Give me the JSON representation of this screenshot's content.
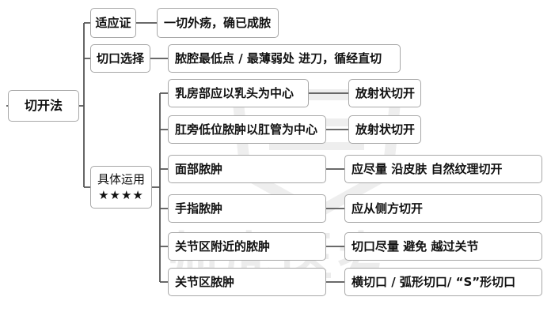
{
  "watermark": "师虎医考",
  "root": "切开法",
  "indications": {
    "label": "适应证",
    "content": "一切外疡，确已成脓"
  },
  "incision_choice": {
    "label": "切口选择",
    "content": "脓腔最低点 / 最薄弱处  进刀，循经直切"
  },
  "specific_use": {
    "label": "具体运用",
    "stars": "★★★★",
    "items": [
      {
        "site": "乳房部应以乳头为中心",
        "method": "放射状切开"
      },
      {
        "site": "肛旁低位脓肿以肛管为中心",
        "method": "放射状切开"
      },
      {
        "site": "面部脓肿",
        "method": "应尽量 沿皮肤  自然纹理切开"
      },
      {
        "site": "手指脓肿",
        "method": "应从侧方切开"
      },
      {
        "site": "关节区附近的脓肿",
        "method": "切口尽量  避免   越过关节"
      },
      {
        "site": "关节区脓肿",
        "method": "横切口  /  弧形切口/    “S”形切口"
      }
    ]
  }
}
